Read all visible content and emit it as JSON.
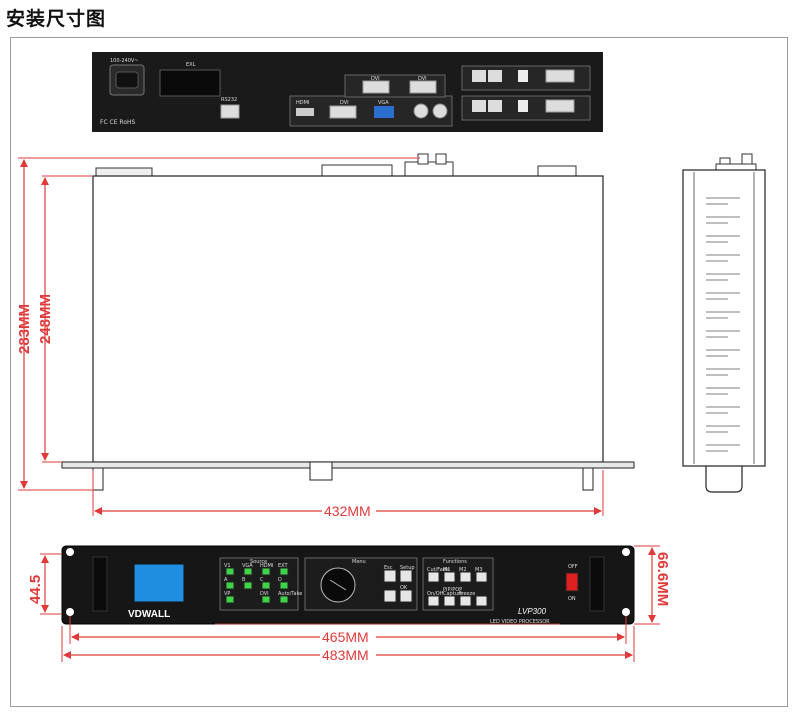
{
  "page_title": "安装尺寸图",
  "dimensions": {
    "side_outer": "283MM",
    "side_inner": "248MM",
    "top_width": "432MM",
    "front_height": "44.5",
    "front_ear_height": "66.6MM",
    "front_inner_width": "465MM",
    "front_outer_width": "483MM"
  },
  "rear_panel": {
    "power_label": "100-240V~",
    "exl_label": "EXL",
    "rs232_label": "RS232",
    "cert_marks": "FC CE RoHS",
    "inputs": [
      "HDMI",
      "DVI",
      "VGA",
      "DVI",
      "DVI"
    ]
  },
  "front_panel": {
    "brand": "VDWALL",
    "model": "LVP300",
    "subtitle": "LED VIDEO PROCESSOR",
    "source_title": "Source",
    "source_row1": [
      "V1",
      "VGA",
      "HDMI",
      "EXT"
    ],
    "source_row2": [
      "A",
      "B",
      "C",
      "D"
    ],
    "source_row3": [
      "VP",
      "",
      "DVI",
      "Auto/Take"
    ],
    "menu_title": "Menu",
    "menu_buttons": [
      "Esc",
      "Setup",
      "",
      "OK"
    ],
    "function_title": "Functions",
    "function_row1": [
      "Cut/Fade",
      "M1",
      "M2",
      "M3"
    ],
    "function_row2_title": "PIP/POP",
    "function_row3": [
      "On/Off",
      "Capture",
      "Freeze",
      ""
    ],
    "switch_on": "ON",
    "switch_off": "OFF"
  },
  "colors": {
    "dimension": "#e03a3a",
    "panel": "#1a1a1a",
    "lcd": "#1e8fe0",
    "led_green": "#3fd34a"
  }
}
